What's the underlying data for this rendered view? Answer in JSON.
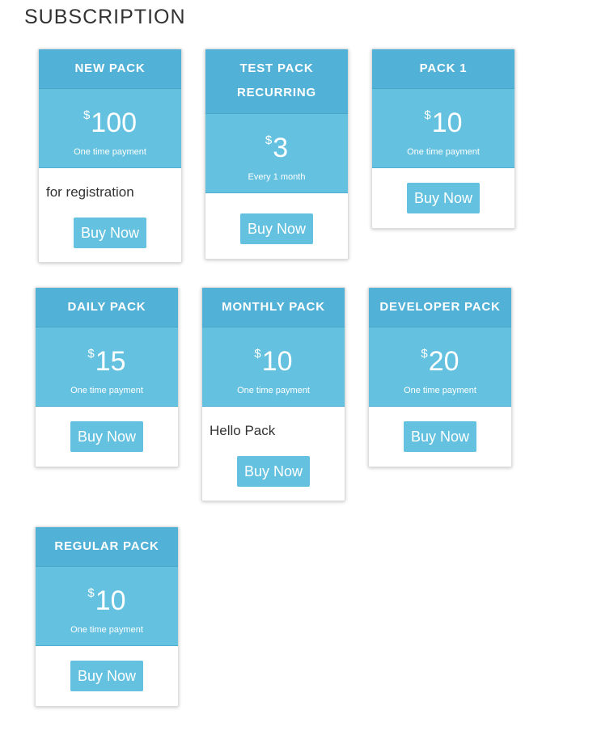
{
  "page": {
    "title": "SUBSCRIPTION"
  },
  "plans": [
    {
      "name": "NEW PACK",
      "currency": "$",
      "price": "100",
      "note": "One time payment",
      "description": "for registration",
      "button": "Buy Now"
    },
    {
      "name": "TEST PACK RECURRING",
      "currency": "$",
      "price": "3",
      "note": "Every 1 month",
      "description": "",
      "button": "Buy Now"
    },
    {
      "name": "PACK 1",
      "currency": "$",
      "price": "10",
      "note": "One time payment",
      "description": "",
      "button": "Buy Now"
    },
    {
      "name": "DAILY PACK",
      "currency": "$",
      "price": "15",
      "note": "One time payment",
      "description": "",
      "button": "Buy Now"
    },
    {
      "name": "MONTHLY PACK",
      "currency": "$",
      "price": "10",
      "note": "One time payment",
      "description": "Hello Pack",
      "button": "Buy Now"
    },
    {
      "name": "DEVELOPER PACK",
      "currency": "$",
      "price": "20",
      "note": "One time payment",
      "description": "",
      "button": "Buy Now"
    },
    {
      "name": "REGULAR PACK",
      "currency": "$",
      "price": "10",
      "note": "One time payment",
      "description": "",
      "button": "Buy Now"
    }
  ],
  "colors": {
    "header": "#52b1d6",
    "price_box": "#64c1df",
    "button": "#64c1df"
  }
}
